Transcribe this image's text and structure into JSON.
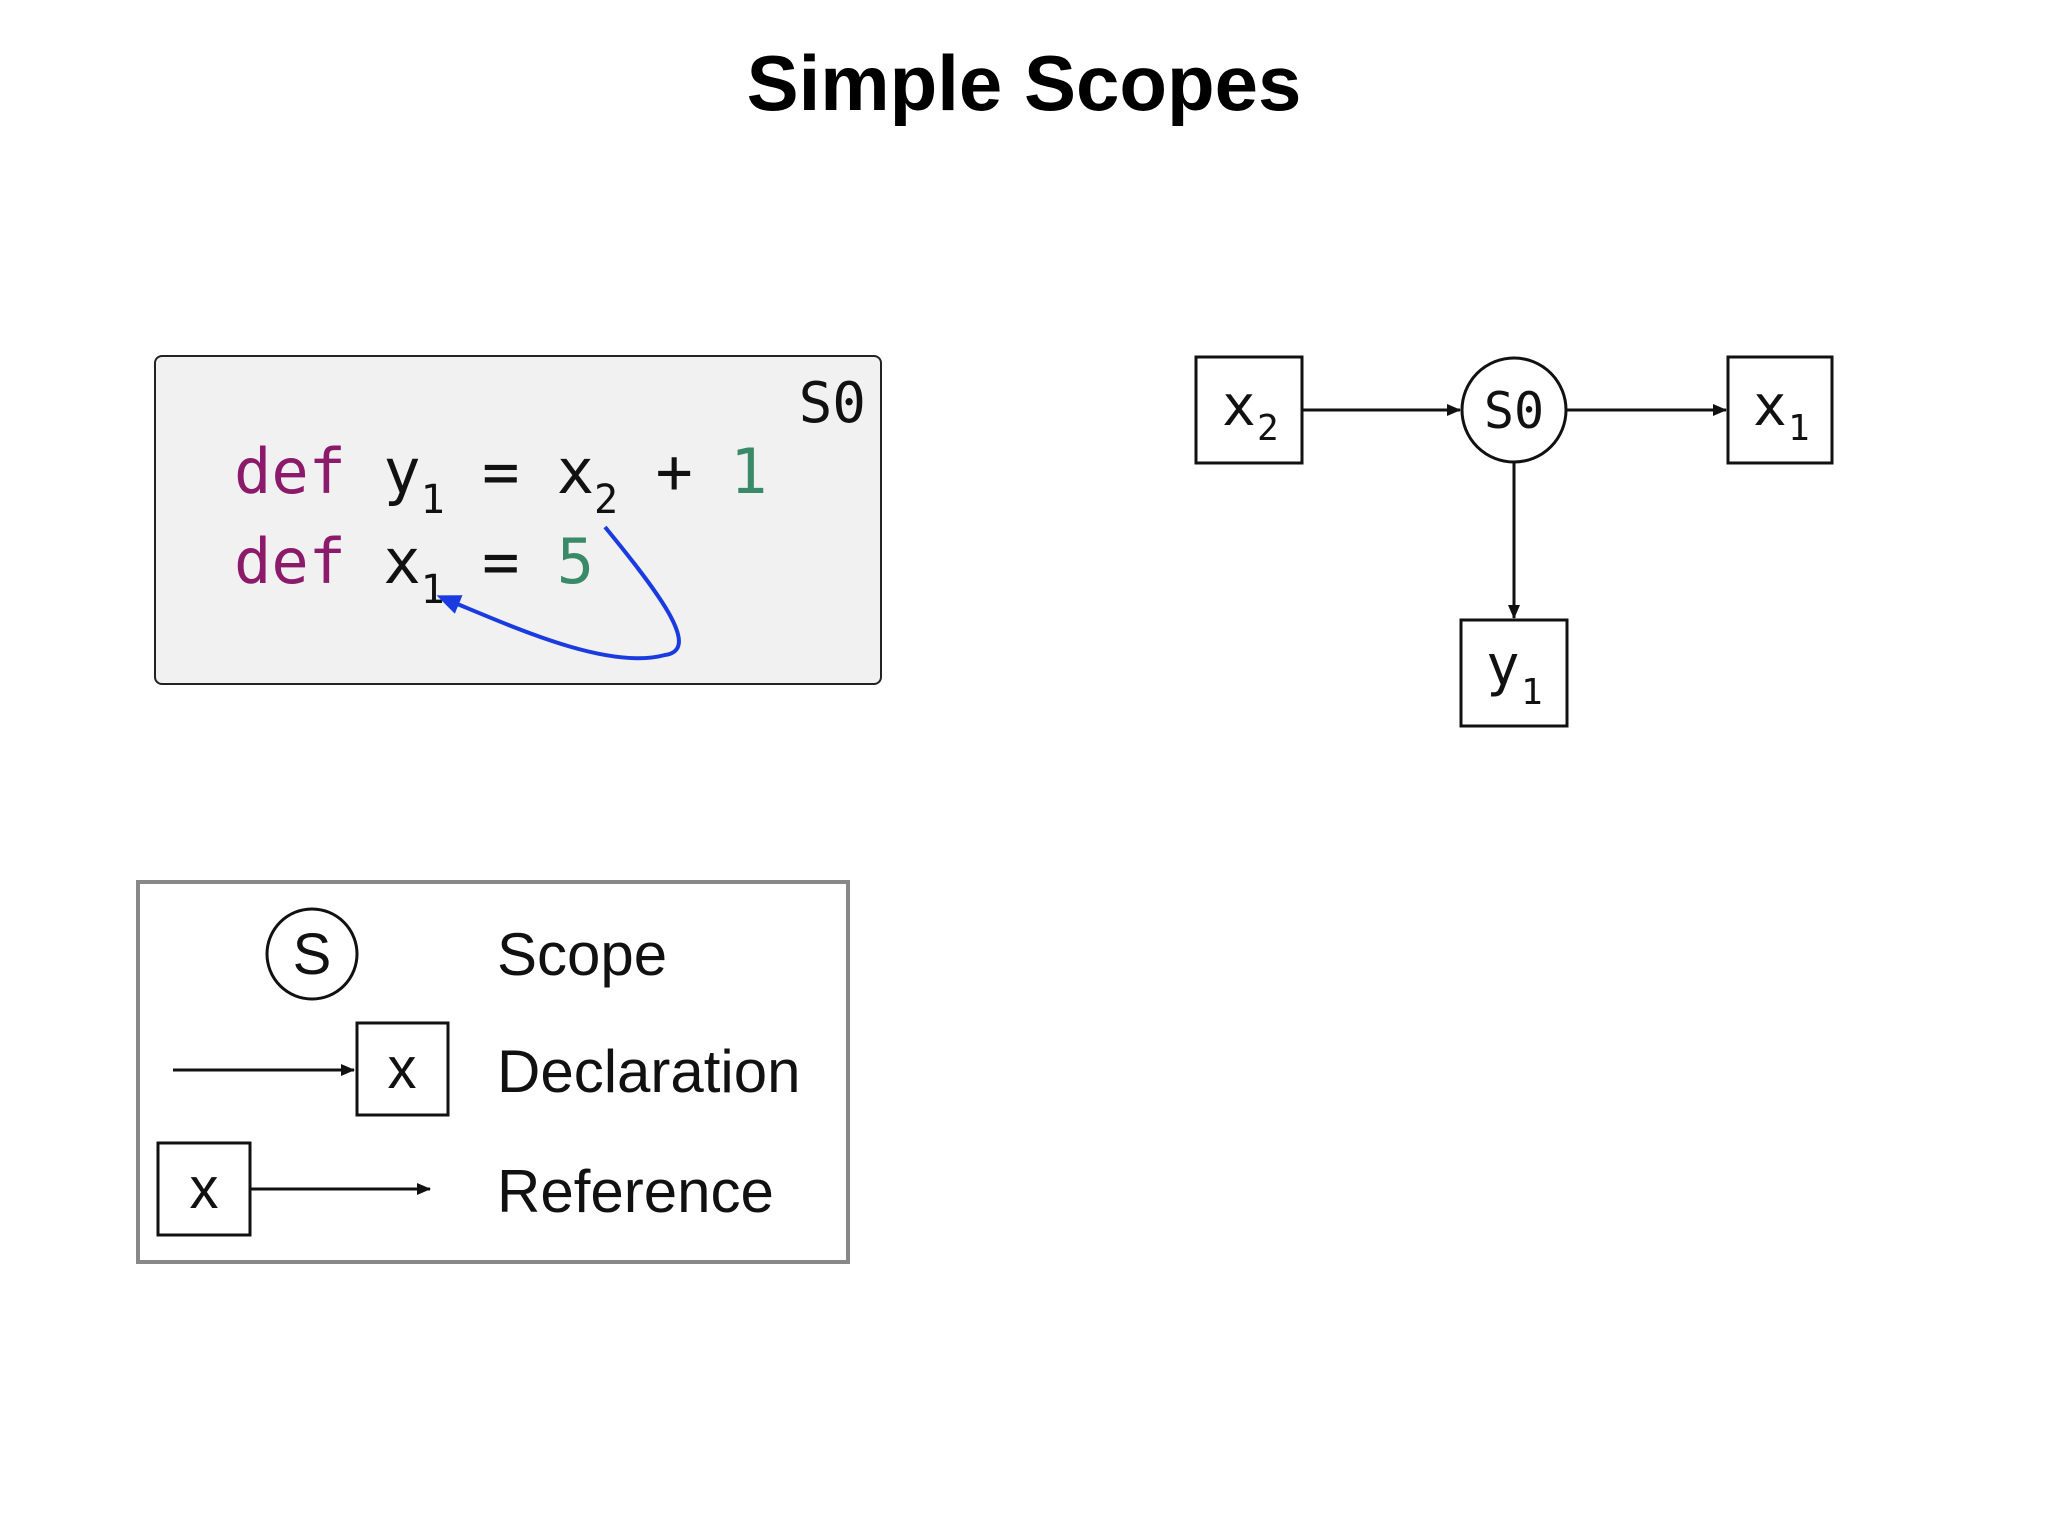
{
  "title": "Simple Scopes",
  "code": {
    "scope_label": "S0",
    "line1": {
      "keyword": "def",
      "decl_name": "y",
      "decl_sub": "1",
      "eq": "=",
      "ref_name": "x",
      "ref_sub": "2",
      "op": "+",
      "value": "1"
    },
    "line2": {
      "keyword": "def",
      "decl_name": "x",
      "decl_sub": "1",
      "eq": "=",
      "value": "5"
    },
    "arrow_color": "#1a3be0"
  },
  "graph": {
    "scope": {
      "label": "S0"
    },
    "reference": {
      "name": "x",
      "sub": "2"
    },
    "declarations": [
      {
        "name": "x",
        "sub": "1"
      },
      {
        "name": "y",
        "sub": "1"
      }
    ]
  },
  "legend": {
    "scope_symbol": "S",
    "scope_label": "Scope",
    "declaration_symbol": "x",
    "declaration_label": "Declaration",
    "reference_symbol": "x",
    "reference_label": "Reference",
    "border_color": "#888888"
  },
  "colors": {
    "keyword": "#8b1a6b",
    "number": "#3a8a6a",
    "code_bg": "#f1f1f1"
  }
}
